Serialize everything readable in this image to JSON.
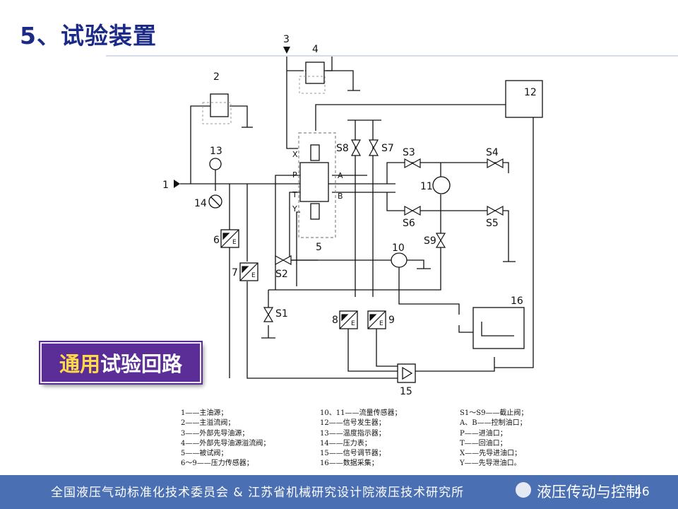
{
  "slide": {
    "title": "5、试验装置",
    "badge_highlight": "通用",
    "badge_rest": "试验回路",
    "page_number": "46"
  },
  "diagram": {
    "labels": {
      "n1": "1",
      "n2": "2",
      "n3": "3",
      "n4": "4",
      "n5": "5",
      "n6": "6",
      "n7": "7",
      "n8": "8",
      "n9": "9",
      "n10": "10",
      "n11": "11",
      "n12": "12",
      "n13": "13",
      "n14": "14",
      "n15": "15",
      "n16": "16",
      "s1": "S1",
      "s2": "S2",
      "s3": "S3",
      "s4": "S4",
      "s5": "S5",
      "s6": "S6",
      "s7": "S7",
      "s8": "S8",
      "s9": "S9",
      "x": "X",
      "p": "P",
      "t": "T",
      "y": "Y",
      "a": "A",
      "b": "B",
      "e": "E"
    }
  },
  "legend": {
    "col1": [
      "1——主油源；",
      "2——主溢流阀；",
      "3——外部先导油源；",
      "4——外部先导油源溢流阀；",
      "5——被试阀；",
      "6～9——压力传感器；"
    ],
    "col2": [
      "10、11——流量传感器；",
      "12——信号发生器；",
      "13——温度指示器；",
      "14——压力表；",
      "15——信号调节器；",
      "16——数据采集；"
    ],
    "col3": [
      "S1～S9——截止阀；",
      "A、B——控制油口；",
      "P——进油口；",
      "T——回油口；",
      "X——先导进油口；",
      "Y——先导泄油口。"
    ]
  },
  "footer": {
    "org_text": "全国液压气动标准化技术委员会 & 江苏省机械研究设计院液压技术研究所",
    "brand": "液压传动与控制"
  },
  "colors": {
    "title": "#1a2a86",
    "badge_bg": "#5a2e96",
    "badge_highlight": "#ffd84a",
    "footer_bg": "#4a6fb3"
  }
}
